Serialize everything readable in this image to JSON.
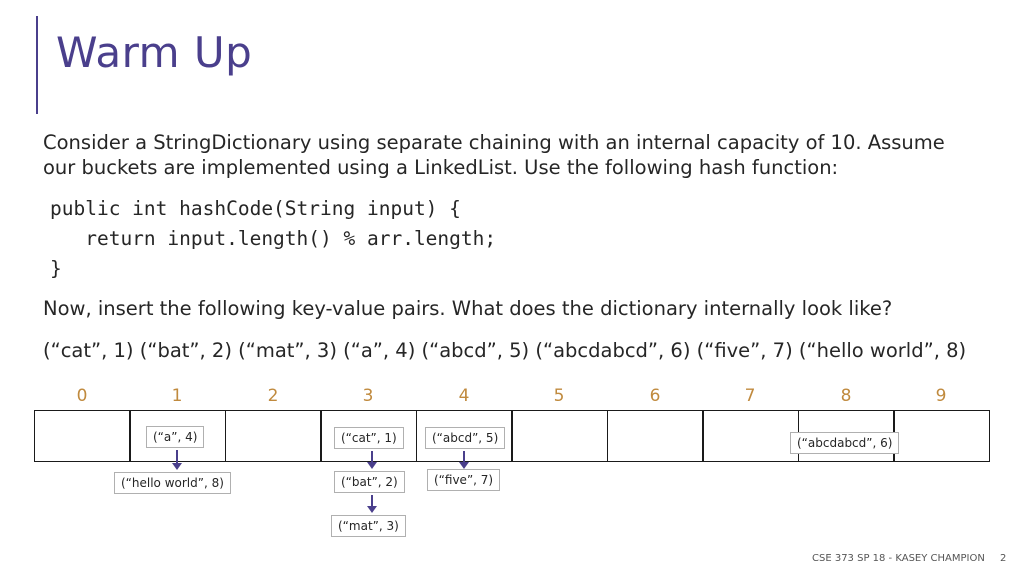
{
  "slide": {
    "title": "Warm Up",
    "intro": "Consider a StringDictionary using separate chaining with an internal capacity of 10. Assume our buckets are implemented using a LinkedList. Use the following hash function:",
    "code": [
      "public int hashCode(String input) {",
      "   return input.length() % arr.length;",
      "}"
    ],
    "question": "Now, insert the following key-value pairs. What does the dictionary internally look like?",
    "pairs_line": "(“cat”, 1) (“bat”, 2) (“mat”, 3) (“a”, 4) (“abcd”, 5) (“abcdabcd”, 6) (“five”, 7) (“hello world”, 8)"
  },
  "table": {
    "indices": [
      "0",
      "1",
      "2",
      "3",
      "4",
      "5",
      "6",
      "7",
      "8",
      "9"
    ]
  },
  "buckets": {
    "b1": [
      "(“a”, 4)",
      "(“hello world”, 8)"
    ],
    "b3": [
      "(“cat”, 1)",
      "(“bat”, 2)",
      "(“mat”, 3)"
    ],
    "b4": [
      "(“abcd”, 5)",
      "(“five”, 7)"
    ],
    "b8": [
      "(“abcdabcd”, 6)"
    ]
  },
  "footer": {
    "course": "CSE 373 SP 18 - KASEY CHAMPION",
    "page": "2"
  },
  "colors": {
    "title": "#4a3f8c",
    "index_labels": "#c08a3e",
    "arrows": "#4a3f8c"
  }
}
